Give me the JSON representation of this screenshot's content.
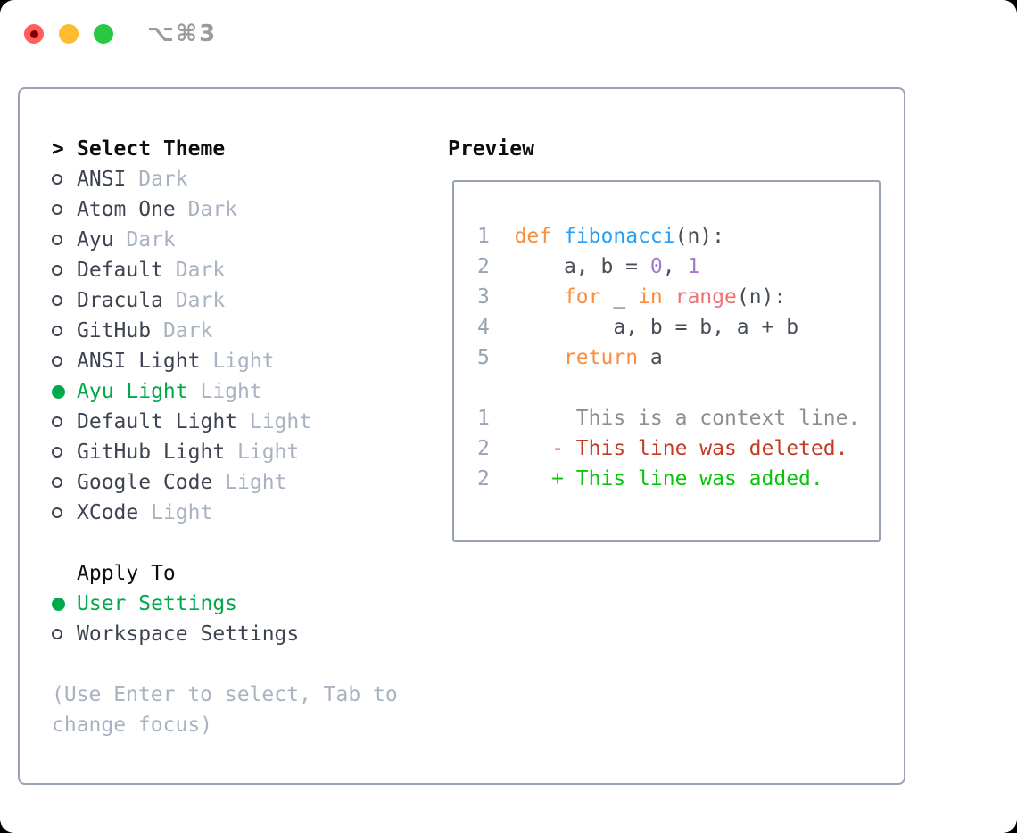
{
  "titlebar": {
    "shortcut": "⌥⌘3"
  },
  "colors": {
    "selected_green": "#00a94a",
    "added_green": "#0cc30c",
    "deleted_red": "#c33b24",
    "keyword_orange": "#fa8d3e",
    "function_blue": "#2b9ff2",
    "number_purple": "#a37acc",
    "call_coral": "#f07171",
    "traffic_red": "#ff5f57",
    "traffic_yellow": "#febc2e",
    "traffic_green": "#28c840",
    "border_gray": "#98a2b0"
  },
  "panel": {
    "theme_list": {
      "header_marker": ">",
      "header": "Select Theme",
      "items": [
        {
          "name": "ANSI",
          "variant": "Dark",
          "selected": false
        },
        {
          "name": "Atom One",
          "variant": "Dark",
          "selected": false
        },
        {
          "name": "Ayu",
          "variant": "Dark",
          "selected": false
        },
        {
          "name": "Default",
          "variant": "Dark",
          "selected": false
        },
        {
          "name": "Dracula",
          "variant": "Dark",
          "selected": false
        },
        {
          "name": "GitHub",
          "variant": "Dark",
          "selected": false
        },
        {
          "name": "ANSI Light",
          "variant": "Light",
          "selected": false
        },
        {
          "name": "Ayu Light",
          "variant": "Light",
          "selected": true
        },
        {
          "name": "Default Light",
          "variant": "Light",
          "selected": false
        },
        {
          "name": "GitHub Light",
          "variant": "Light",
          "selected": false
        },
        {
          "name": "Google Code",
          "variant": "Light",
          "selected": false
        },
        {
          "name": "XCode",
          "variant": "Light",
          "selected": false
        }
      ]
    },
    "apply_to": {
      "header": "Apply To",
      "options": [
        {
          "label": "User Settings",
          "selected": true
        },
        {
          "label": "Workspace Settings",
          "selected": false
        }
      ]
    },
    "hint_lines": [
      "(Use Enter to select, Tab to",
      "change focus)"
    ],
    "preview": {
      "title": "Preview",
      "code_lines": [
        {
          "tokens": [
            {
              "t": "1",
              "c": "line-number"
            },
            {
              "t": "  ",
              "c": "plain"
            },
            {
              "t": "def",
              "c": "keyword"
            },
            {
              "t": " ",
              "c": "plain"
            },
            {
              "t": "fibonacci",
              "c": "function"
            },
            {
              "t": "(n):",
              "c": "plain"
            }
          ]
        },
        {
          "tokens": [
            {
              "t": "2",
              "c": "line-number"
            },
            {
              "t": "      a, b = ",
              "c": "plain"
            },
            {
              "t": "0",
              "c": "number"
            },
            {
              "t": ", ",
              "c": "plain"
            },
            {
              "t": "1",
              "c": "number"
            }
          ]
        },
        {
          "tokens": [
            {
              "t": "3",
              "c": "line-number"
            },
            {
              "t": "      ",
              "c": "plain"
            },
            {
              "t": "for",
              "c": "keyword"
            },
            {
              "t": " _ ",
              "c": "plain"
            },
            {
              "t": "in",
              "c": "keyword"
            },
            {
              "t": " ",
              "c": "plain"
            },
            {
              "t": "range",
              "c": "call"
            },
            {
              "t": "(n):",
              "c": "plain"
            }
          ]
        },
        {
          "tokens": [
            {
              "t": "4",
              "c": "line-number"
            },
            {
              "t": "          a, b = b, a + b",
              "c": "plain"
            }
          ]
        },
        {
          "tokens": [
            {
              "t": "5",
              "c": "line-number"
            },
            {
              "t": "      ",
              "c": "plain"
            },
            {
              "t": "return",
              "c": "keyword"
            },
            {
              "t": " a",
              "c": "plain"
            }
          ]
        }
      ],
      "diff_lines": [
        {
          "tokens": [
            {
              "t": "1",
              "c": "line-number"
            },
            {
              "t": "       This is a context line.",
              "c": "context"
            }
          ]
        },
        {
          "tokens": [
            {
              "t": "2",
              "c": "line-number"
            },
            {
              "t": "     ",
              "c": "plain"
            },
            {
              "t": "- This line was deleted.",
              "c": "deleted"
            }
          ]
        },
        {
          "tokens": [
            {
              "t": "2",
              "c": "line-number"
            },
            {
              "t": "     ",
              "c": "plain"
            },
            {
              "t": "+ This line was added.",
              "c": "added"
            }
          ]
        }
      ]
    }
  }
}
